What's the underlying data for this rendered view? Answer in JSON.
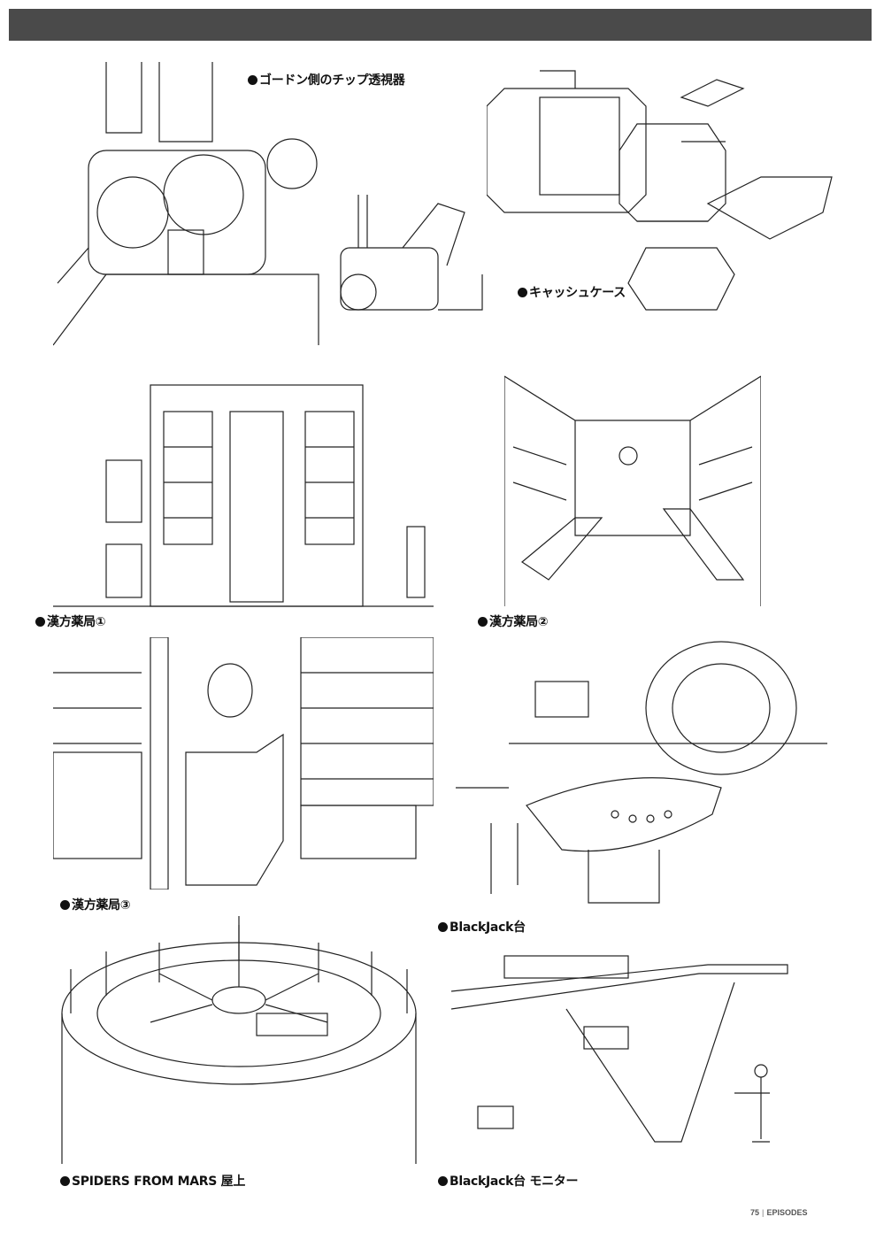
{
  "captions": {
    "chip_viewer": "ゴードン側のチップ透視器",
    "cash_case": "キャッシュケース",
    "pharmacy_1": "漢方薬局①",
    "pharmacy_2": "漢方薬局②",
    "pharmacy_3": "漢方薬局③",
    "blackjack_table": "BlackJack台",
    "spiders_rooftop": "SPIDERS FROM MARS 屋上",
    "blackjack_monitor": "BlackJack台 モニター"
  },
  "footer": {
    "page_number": "75",
    "section": "EPISODES"
  }
}
